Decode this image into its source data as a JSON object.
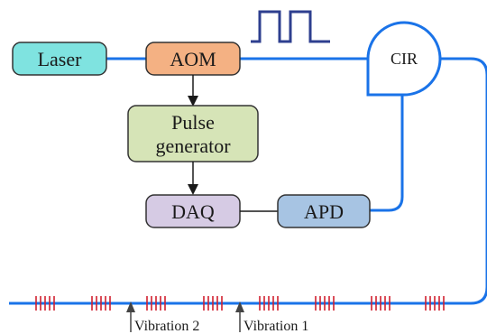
{
  "colors": {
    "fiber": "#1a73e8",
    "laser_fill": "#7fe3e0",
    "aom_fill": "#f4b183",
    "pulse_gen_fill": "#d6e4b7",
    "daq_fill": "#d6cbe4",
    "apd_fill": "#a7c4e3",
    "box_stroke": "#333333",
    "pulse_wave": "#2e3f8f",
    "grating_marks": "#d0202f",
    "arrow": "#444444"
  },
  "components": {
    "laser": "Laser",
    "aom": "AOM",
    "pulse_generator_line1": "Pulse",
    "pulse_generator_line2": "generator",
    "daq": "DAQ",
    "apd": "APD",
    "circulator": "CIR"
  },
  "annotations": {
    "vibration_2": "Vibration 2",
    "vibration_1": "Vibration 1"
  },
  "grating_groups": 8,
  "marks_per_group": 5
}
